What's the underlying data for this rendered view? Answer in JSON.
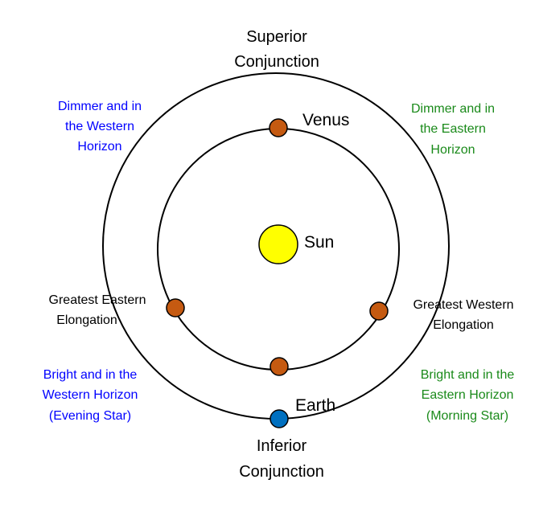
{
  "colors": {
    "venus": "#C55A11",
    "earth": "#0070C0",
    "sun": "#FFFF00",
    "blue_text": "#0000FF",
    "green_text": "#1A8A1A"
  },
  "labels": {
    "superior": [
      "Superior",
      "Conjunction"
    ],
    "inferior": [
      "Inferior",
      "Conjunction"
    ],
    "venus": "Venus",
    "sun": "Sun",
    "earth": "Earth",
    "gee": [
      "Greatest Eastern",
      "Elongation"
    ],
    "gwe": [
      "Greatest Western",
      "Elongation"
    ],
    "dim_west": [
      "Dimmer and in",
      "the Western",
      "Horizon"
    ],
    "dim_east": [
      "Dimmer and in",
      "the Eastern",
      "Horizon"
    ],
    "bright_west": [
      "Bright and in the",
      "Western Horizon",
      "(Evening Star)"
    ],
    "bright_east": [
      "Bright and in the",
      "Eastern Horizon",
      "(Morning Star)"
    ]
  }
}
